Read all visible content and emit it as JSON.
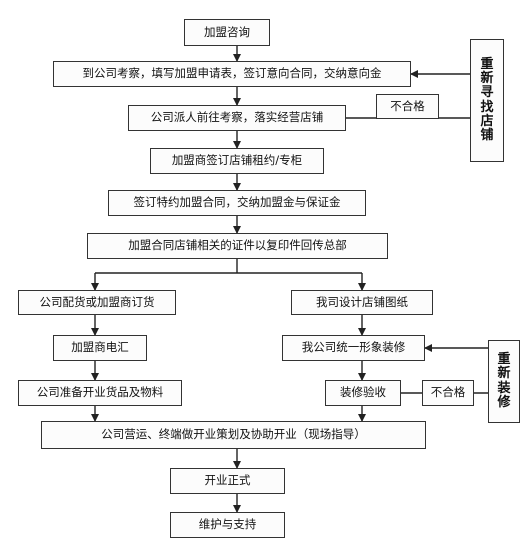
{
  "nodes": {
    "franchise_consult": "加盟咨询",
    "visit_company": "到公司考察，填写加盟申请表，签订意向合同，交纳意向金",
    "company_inspect": "公司派人前往考察，落实经营店铺",
    "lease_store": "加盟商签订店铺租约/专柜",
    "sign_contract": "签订特约加盟合同，交纳加盟金与保证金",
    "return_docs": "加盟合同店铺相关的证件以复印件回传总部",
    "goods_supply": "公司配货或加盟商订货",
    "design_store": "我司设计店铺图纸",
    "franchisee_remit": "加盟商电汇",
    "unified_decoration": "我公司统一形象装修",
    "prepare_goods": "公司准备开业货品及物料",
    "decoration_acceptance": "装修验收",
    "operation_planning": "公司营运、终端做开业策划及协助开业（现场指导）",
    "official_opening": "开业正式",
    "maintenance_support": "维护与支持"
  },
  "side_labels": {
    "not_qualified_top": "不合格",
    "not_qualified_bottom": "不合格",
    "find_store_again": "重新寻找店铺",
    "redecorate": "重新装修"
  }
}
